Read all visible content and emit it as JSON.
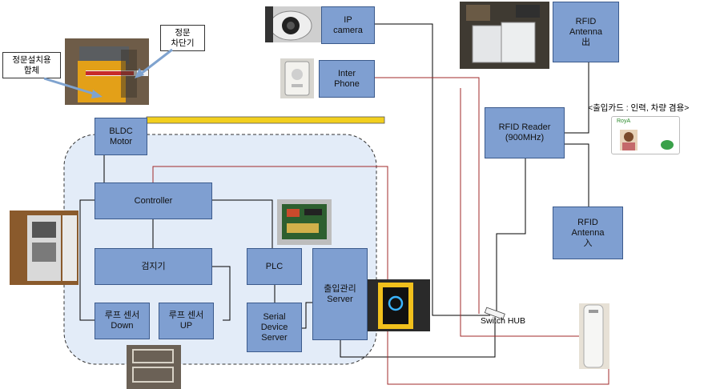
{
  "boxes": {
    "ip_camera": "IP\ncamera",
    "inter_phone": "Inter\nPhone",
    "rfid_antenna_out": "RFID\nAntenna\n出",
    "rfid_reader": "RFID Reader\n(900MHz)",
    "rfid_antenna_in": "RFID\nAntenna\n入",
    "bldc_motor": "BLDC\nMotor",
    "controller": "Controller",
    "detector": "검지기",
    "plc": "PLC",
    "access_server": "출입관리\nServer",
    "serial_device_server": "Serial\nDevice\nServer",
    "loop_sensor_down": "루프 센서\nDown",
    "loop_sensor_up": "루프 센서\nUP"
  },
  "callouts": {
    "gate_housing": "정문설치용\n함체",
    "gate_barrier": "정문\n차단기"
  },
  "labels": {
    "switch_hub": "Switch HUB",
    "access_card": "<출입카드 : 인력, 차량 겸용>",
    "card_brand": "RoyA"
  },
  "colors": {
    "box_fill": "#7f9fd1",
    "enclosure_fill": "#e3ecf8",
    "barrier_bar": "#f2cf1e",
    "line_black": "#000000",
    "line_red": "#a02a2a"
  }
}
